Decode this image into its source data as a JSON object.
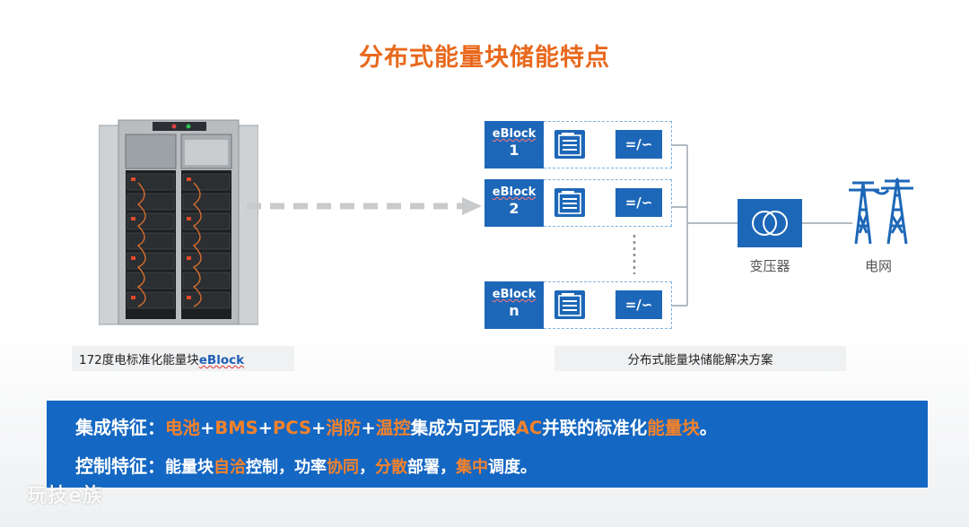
{
  "title": "分布式能量块储能特点",
  "cabinet_caption": {
    "text": "172度电标准化能量块",
    "highlight": "eBlock"
  },
  "solution_caption": "分布式能量块储能解决方案",
  "eblocks": [
    {
      "name": "eBlock",
      "num": "1"
    },
    {
      "name": "eBlock",
      "num": "2"
    },
    {
      "name": "eBlock",
      "num": "n"
    }
  ],
  "pcs_symbol": "=/∽",
  "transformer_label": "变压器",
  "grid_label": "电网",
  "banner": {
    "line1": {
      "key": "集成特征：",
      "parts": [
        "电池",
        "+",
        "BMS",
        "+",
        "PCS",
        "+",
        "消防",
        "+",
        "温控",
        "集成为可无限",
        "AC",
        "并联的标准化",
        "能量块",
        "。"
      ]
    },
    "line2": {
      "key": "控制特征：",
      "parts": [
        "能量块",
        "自洽",
        "控制，功率",
        "协同",
        "，",
        "分散",
        "部署，",
        "集中",
        "调度。"
      ]
    }
  },
  "watermark": "玩技e族",
  "colors": {
    "accent": "#e8681c",
    "blue": "#1d67b8",
    "banner": "#1467c2",
    "highlight": "#f6822a"
  }
}
